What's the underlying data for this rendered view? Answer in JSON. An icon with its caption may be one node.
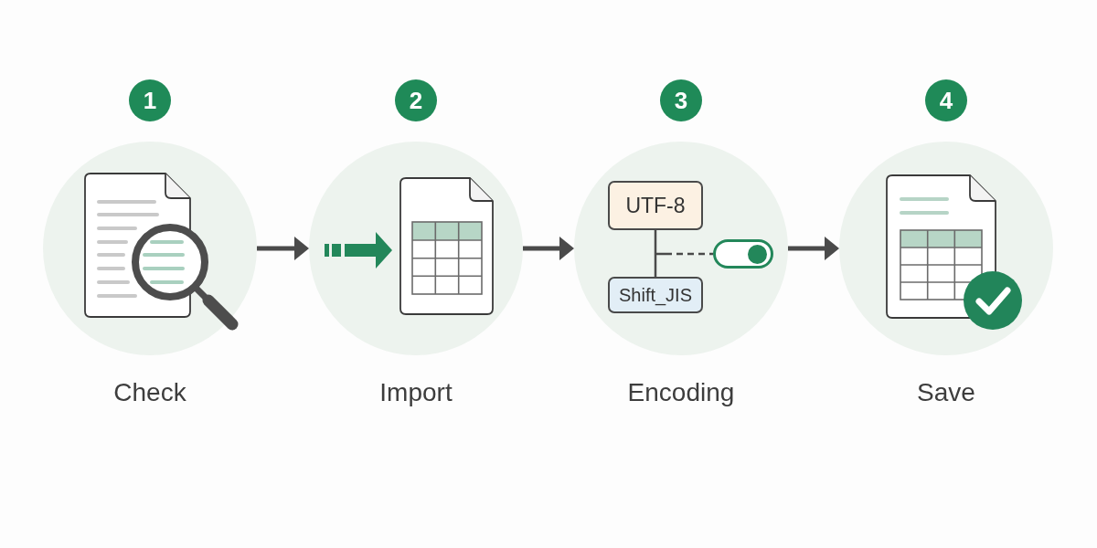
{
  "diagram": {
    "nodes": [
      {
        "text": [
          "1"
        ]
      },
      {
        "text": [
          "Check"
        ]
      },
      {
        "text": [
          "2"
        ]
      },
      {
        "text": [
          "Import"
        ]
      },
      {
        "text": [
          "3"
        ]
      },
      {
        "text": [
          "Encoding"
        ]
      },
      {
        "text": [
          "UTF-8"
        ],
        "in": 5
      },
      {
        "text": [
          "Shift_JIS"
        ],
        "in": 5
      },
      {
        "text": [],
        "shape": "toggle",
        "in": 5
      },
      {
        "text": [
          "4"
        ]
      },
      {
        "text": [
          "Save"
        ]
      }
    ],
    "edges": [
      {
        "from": 1,
        "to": 3,
        "arrow": "to"
      },
      {
        "from": 3,
        "to": 5,
        "arrow": "to"
      },
      {
        "from": 5,
        "to": 10,
        "arrow": "to"
      },
      {
        "from": 6,
        "to": 7,
        "arrow": "none"
      },
      {
        "from": null,
        "to": 8,
        "arrow": "none",
        "style": "dashed"
      }
    ]
  }
}
